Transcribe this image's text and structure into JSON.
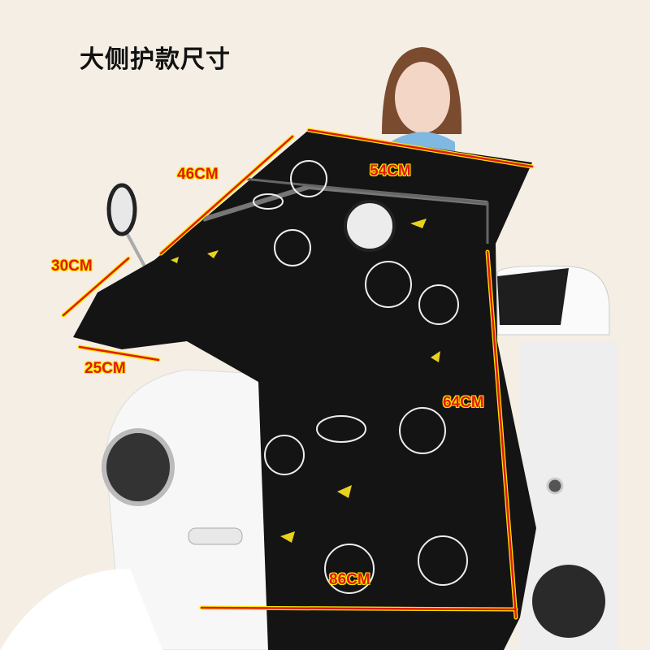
{
  "title": "大侧护款尺寸",
  "dimensions": {
    "top_left_edge": "46CM",
    "top_width": "54CM",
    "hand_muff_height": "30CM",
    "hand_muff_width": "25CM",
    "side_height": "64CM",
    "bottom_width": "86CM"
  },
  "colors": {
    "label_text": "#e0190f",
    "label_outline": "#ffe600",
    "cover": "#141414",
    "background": "#f4eee5"
  }
}
